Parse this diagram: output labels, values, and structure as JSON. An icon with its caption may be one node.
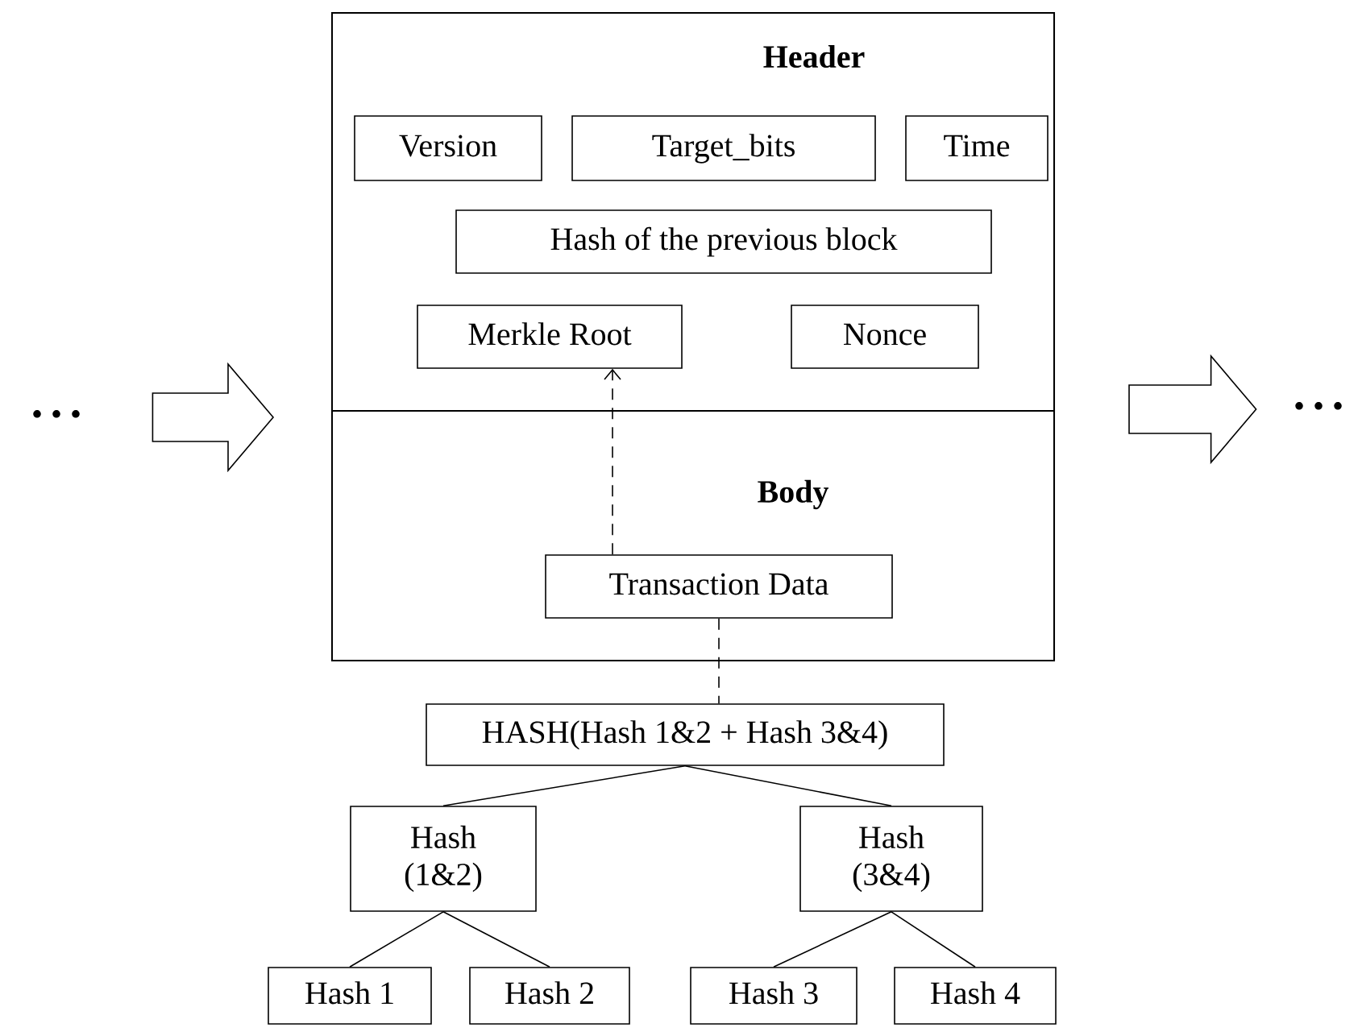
{
  "diagram": {
    "nodes": [
      {
        "text": [
          "• • •"
        ]
      },
      {
        "text": [],
        "shape": "box"
      },
      {
        "text": [
          "Header"
        ],
        "in": 1
      },
      {
        "text": [
          "Version"
        ],
        "in": 2
      },
      {
        "text": [
          "Target_bits"
        ],
        "in": 2
      },
      {
        "text": [
          "Time"
        ],
        "in": 2
      },
      {
        "text": [
          "Hash of the previous block"
        ],
        "in": 2
      },
      {
        "text": [
          "Merkle Root"
        ],
        "in": 2
      },
      {
        "text": [
          "Nonce"
        ],
        "in": 2
      },
      {
        "text": [
          "Body"
        ],
        "in": 1
      },
      {
        "text": [
          "Transaction Data"
        ],
        "in": 9
      },
      {
        "text": [
          "• • •"
        ]
      },
      {
        "text": [
          "HASH(Hash 1&2 + Hash 3&4)"
        ]
      },
      {
        "text": [
          "Hash (1&2)"
        ]
      },
      {
        "text": [
          "Hash (3&4)"
        ]
      },
      {
        "text": [
          "Hash 1"
        ]
      },
      {
        "text": [
          "Hash 2"
        ]
      },
      {
        "text": [
          "Hash 3"
        ]
      },
      {
        "text": [
          "Hash 4"
        ]
      }
    ],
    "edges": [
      {
        "from": 0,
        "to": 1,
        "arrow": "to"
      },
      {
        "from": 1,
        "to": 11,
        "arrow": "to"
      },
      {
        "from": 10,
        "to": 7,
        "arrow": "to",
        "style": "dashed"
      },
      {
        "from": 10,
        "to": 12,
        "arrow": "none",
        "style": "dashed"
      },
      {
        "from": 12,
        "to": 13,
        "arrow": "none"
      },
      {
        "from": 12,
        "to": 14,
        "arrow": "none"
      },
      {
        "from": 13,
        "to": 15,
        "arrow": "none"
      },
      {
        "from": 13,
        "to": 16,
        "arrow": "none"
      },
      {
        "from": 14,
        "to": 17,
        "arrow": "none"
      },
      {
        "from": 14,
        "to": 18,
        "arrow": "none"
      }
    ]
  }
}
